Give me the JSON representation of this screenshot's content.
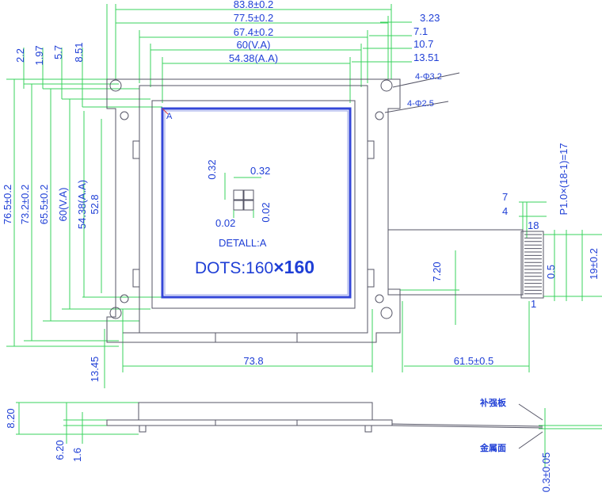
{
  "top_dims": {
    "w_outer": "83.8±0.2",
    "w_pcb": "77.5±0.2",
    "w_bezel": "67.4±0.2",
    "w_va": "60(V.A)",
    "w_aa": "54.38(A.A)",
    "r1": "3.23",
    "r2": "7.1",
    "r3": "10.7",
    "r4": "13.51"
  },
  "left_small": {
    "a": "2.2",
    "b": "1.97",
    "c": "5.7",
    "d": "8.51"
  },
  "holes": {
    "big": "4-Φ3.2",
    "small": "4-Φ2.5"
  },
  "left_dims": {
    "h_outer": "76.5±0.2",
    "h_pcb": "73.2±0.2",
    "h_bezel": "65.5±0.2",
    "h_va": "60(V.A)",
    "h_aa": "54.38(A.A)",
    "h_inner": "52.8"
  },
  "detail": {
    "marker": "A",
    "d1": "0.32",
    "d2": "0.32",
    "d3": "0.02",
    "d4": "0.02",
    "title": "DETALL:A"
  },
  "dots": {
    "prefix": "DOTS:",
    "cols": "160",
    "x": "×",
    "rows": "160"
  },
  "connector": {
    "pitch": "P1.0×(18-1)=17",
    "d7": "7",
    "d4": "4",
    "pin18": "18",
    "pin1": "1",
    "d05": "0.5",
    "d19": "19±0.2",
    "d720": "7.20"
  },
  "bottom_dims": {
    "b1": "13.45",
    "b2": "73.8",
    "b3": "61.5±0.5"
  },
  "side_view": {
    "t1": "8.20",
    "t2": "6.20",
    "t3": "1.6",
    "t4": "0.3±0.05",
    "label_stiffener": "补强板",
    "label_metal": "金属面"
  }
}
